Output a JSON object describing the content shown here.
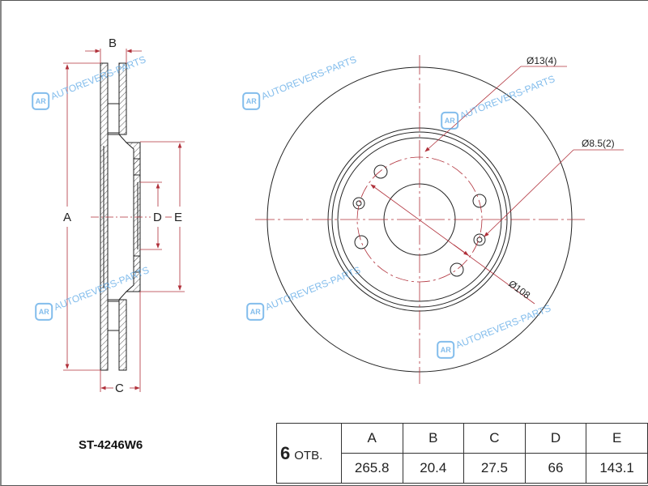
{
  "drawing": {
    "part_number": "ST-4246W6",
    "watermark": "AUTOREVERS-PARTS",
    "watermark_logo": "AR",
    "dimension_letters": {
      "a": "A",
      "b": "B",
      "c": "C",
      "d": "D",
      "e": "E"
    },
    "callouts": {
      "hole_large": "Ø13(4)",
      "hole_small": "Ø8.5(2)",
      "pcd": "Ø108"
    },
    "colors": {
      "dimension": "#b0303a",
      "outline": "#222222",
      "watermark": "#5aa7e6"
    }
  },
  "spec_table": {
    "holes_count": "6",
    "holes_label": "ОТВ.",
    "headers": [
      "A",
      "B",
      "C",
      "D",
      "E"
    ],
    "values": [
      "265.8",
      "20.4",
      "27.5",
      "66",
      "143.1"
    ]
  }
}
